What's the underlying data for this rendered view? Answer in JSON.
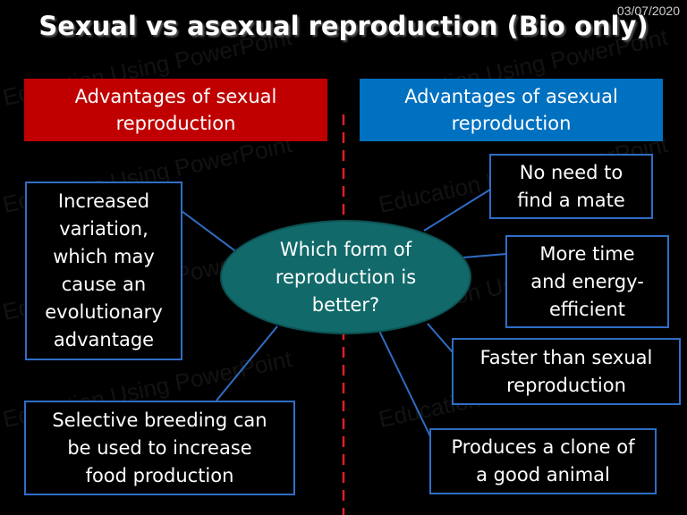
{
  "slide": {
    "date": "03/07/2020",
    "title": "Sexual vs asexual reproduction (Bio only)",
    "watermark": "Education Using PowerPoint",
    "left_header": "Advantages of sexual\nreproduction",
    "right_header": "Advantages of asexual\nreproduction",
    "center": "Which form of\nreproduction is\nbetter?",
    "sexual_advantages": [
      "Increased\nvariation,\nwhich may\ncause an\nevolutionary\nadvantage",
      "Selective breeding can\nbe used to increase\nfood production"
    ],
    "asexual_advantages": [
      "No need to\nfind a mate",
      "More time\nand energy-\nefficient",
      "Faster than sexual\nreproduction",
      "Produces a clone of\na good animal"
    ]
  },
  "colors": {
    "background": "#000000",
    "sexual_header": "#c00000",
    "asexual_header": "#0070c0",
    "box_border": "#2f6dc5",
    "center_fill": "#11696a",
    "divider": "#e02020"
  }
}
